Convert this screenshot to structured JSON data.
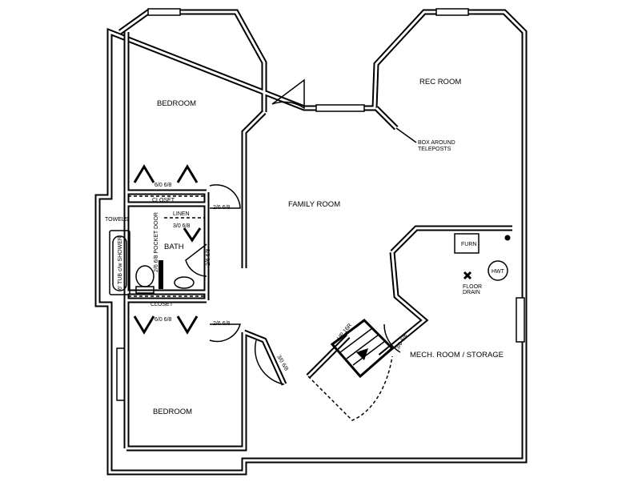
{
  "rooms": {
    "bedroom_top": "BEDROOM",
    "bedroom_bottom": "BEDROOM",
    "rec_room": "REC ROOM",
    "family_room": "FAMILY ROOM",
    "bath": "BATH",
    "mech_room": "MECH. ROOM / STORAGE"
  },
  "labels": {
    "closet_top": "CLOSET",
    "closet_bottom": "CLOSET",
    "linen": "LINEN",
    "towels": "TOWELS",
    "tub": "6' TUB c/w SHOWER",
    "pocket_door": "2/6 6/8 POCKET DOOR",
    "furn": "FURN",
    "hwt": "HWT",
    "floor_drain_1": "FLOOR",
    "floor_drain_2": "DRAIN",
    "box_note_1": "BOX AROUND",
    "box_note_2": "TELEPOSTS",
    "stairs": "UP 16R"
  },
  "doors": {
    "closet_top_doors": "6/0 6/8",
    "closet_bottom_doors": "6/0 6/8",
    "bed_top_door": "2/6 6/8",
    "bed_bottom_door": "2/6 6/8",
    "linen_door": "3/0 6/8",
    "bath_door": "2/6 6/8",
    "stair_door": "3/0 6/8",
    "mech_door": "3/0 6/8"
  }
}
